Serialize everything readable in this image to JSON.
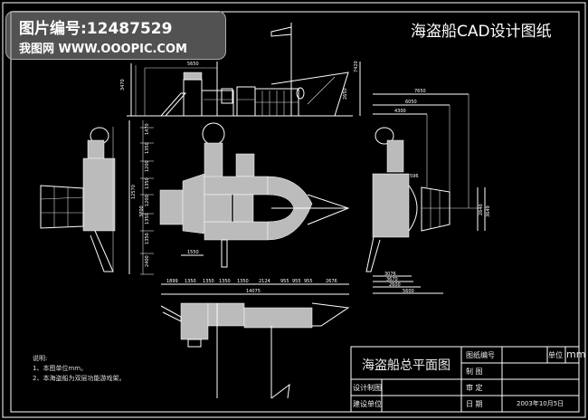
{
  "watermark": {
    "id_line": "图片编号:12487529",
    "site_line": "我图网  WWW.OOOPIC.COM"
  },
  "drawing_title": "海盗船CAD设计图纸",
  "notes": {
    "heading": "说明:",
    "items": [
      "1、本图单位mm。",
      "2、本海盗船为双层功能游戏架。"
    ]
  },
  "title_block": {
    "name": "海盗船总平面图",
    "drawing_no_label": "图纸编号",
    "drawing_no_value": "",
    "unit_label": "单位",
    "unit_value": "mm",
    "drafted_label": "制  图",
    "design_label": "设计制图",
    "approved_label": "审  定",
    "client_label": "建设单位",
    "date_label": "日  期",
    "date_value": "2003年10月5日"
  },
  "dimensions": {
    "plan_bottom": [
      "1899",
      "1350",
      "1350",
      "1350",
      "1350",
      "2124",
      "955",
      "955",
      "955",
      "2676"
    ],
    "plan_total": "14075",
    "plan_left": [
      "1470",
      "1350",
      "1200",
      "1350",
      "1200",
      "1350",
      "1350",
      "2400"
    ],
    "plan_left_total": "12570",
    "plan_left_inner": "3700",
    "plan_inner_width": "1550",
    "elevation_heights": [
      "3470",
      "7420",
      "2650"
    ],
    "elevation_top": "5650",
    "side_top": [
      "7650",
      "6050",
      "4300"
    ],
    "side_small": "596",
    "side_bottom": [
      "3076",
      "3670",
      "2600",
      "5600"
    ],
    "side_heights": [
      "2640",
      "3649"
    ]
  }
}
